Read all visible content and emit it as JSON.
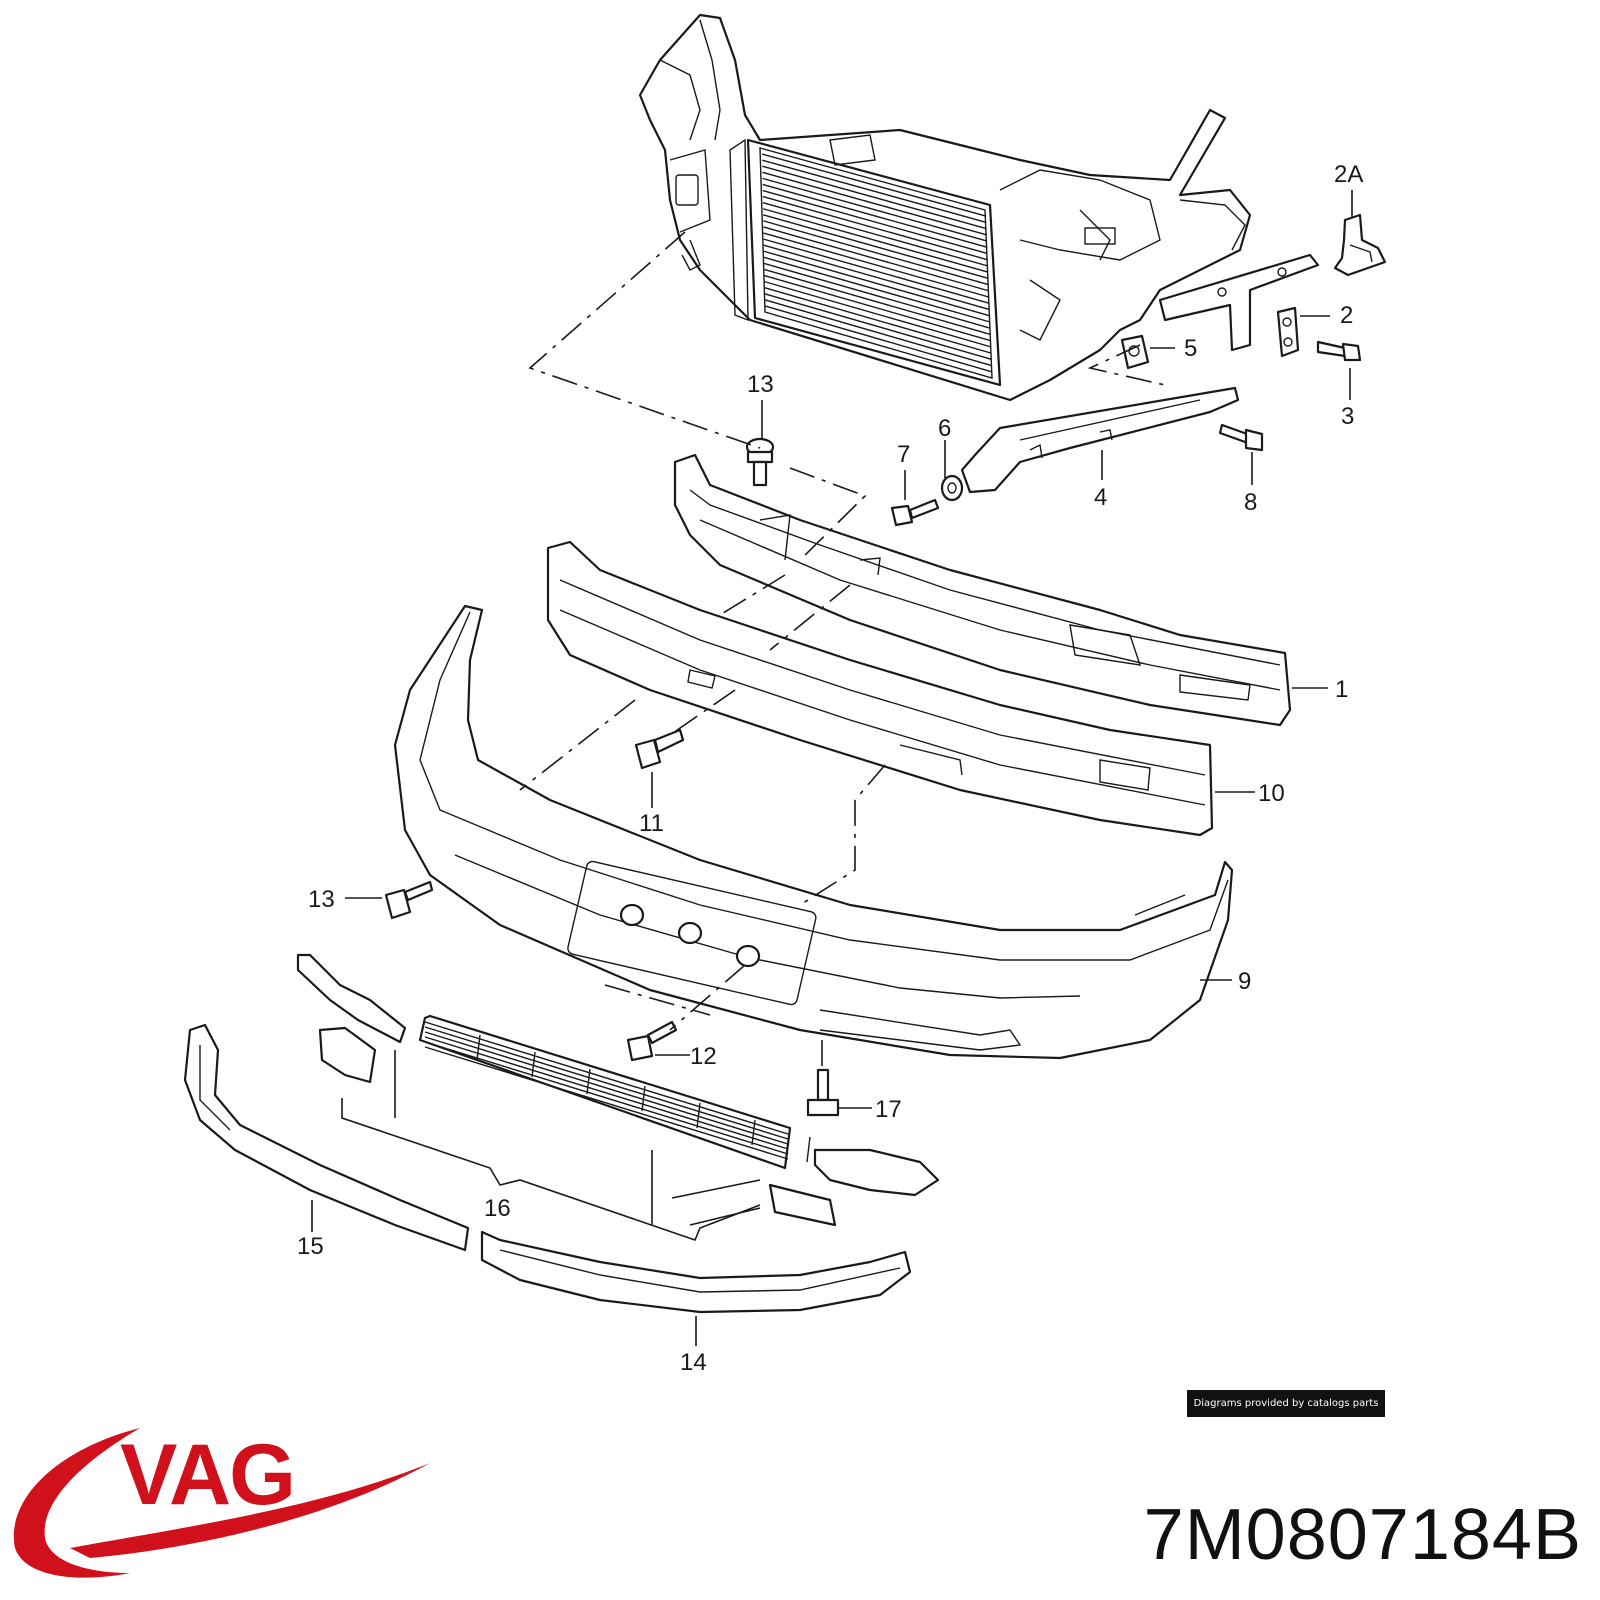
{
  "diagram": {
    "callouts": [
      {
        "id": "c-2a",
        "text": "2A"
      },
      {
        "id": "c-2",
        "text": "2"
      },
      {
        "id": "c-5",
        "text": "5"
      },
      {
        "id": "c-3",
        "text": "3"
      },
      {
        "id": "c-13a",
        "text": "13"
      },
      {
        "id": "c-6",
        "text": "6"
      },
      {
        "id": "c-7",
        "text": "7"
      },
      {
        "id": "c-4",
        "text": "4"
      },
      {
        "id": "c-8",
        "text": "8"
      },
      {
        "id": "c-1",
        "text": "1"
      },
      {
        "id": "c-10",
        "text": "10"
      },
      {
        "id": "c-11",
        "text": "11"
      },
      {
        "id": "c-13b",
        "text": "13"
      },
      {
        "id": "c-9",
        "text": "9"
      },
      {
        "id": "c-12",
        "text": "12"
      },
      {
        "id": "c-17",
        "text": "17"
      },
      {
        "id": "c-16",
        "text": "16"
      },
      {
        "id": "c-15",
        "text": "15"
      },
      {
        "id": "c-14",
        "text": "14"
      }
    ]
  },
  "footer": {
    "credit": "Diagrams provided by catalogs parts",
    "brand": "VAG",
    "brand_color": "#d0101a",
    "part_number": "7M0807184B"
  }
}
